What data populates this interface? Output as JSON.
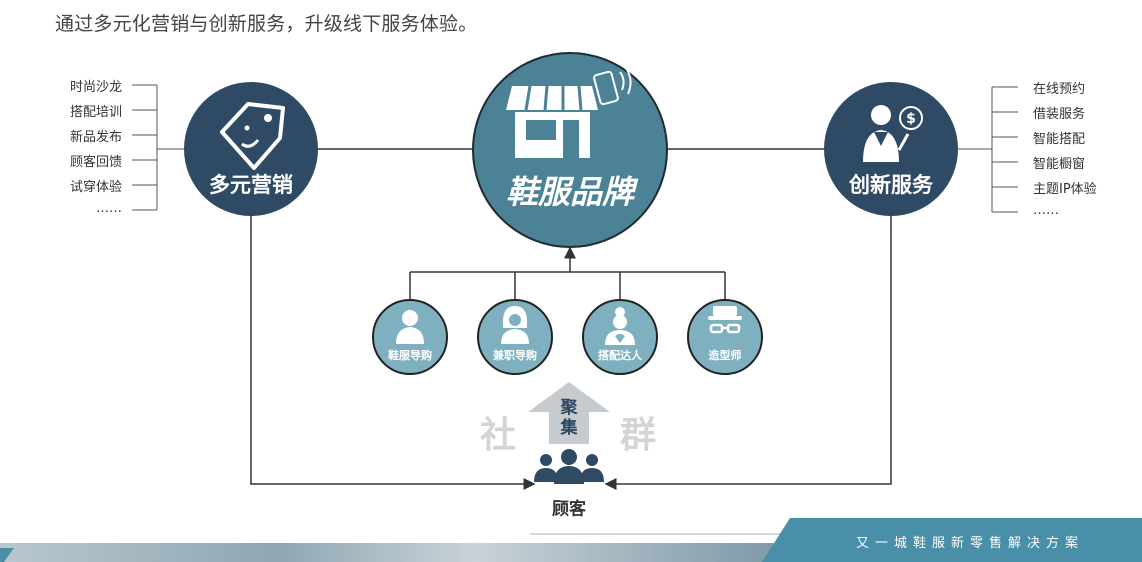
{
  "headline": "通过多元化营销与创新服务，升级线下服务体验。",
  "center": {
    "label": "鞋服品牌"
  },
  "left": {
    "label": "多元营销",
    "items": [
      "时尚沙龙",
      "搭配培训",
      "新品发布",
      "顾客回馈",
      "试穿体验",
      "……"
    ]
  },
  "right": {
    "label": "创新服务",
    "items": [
      "在线预约",
      "借装服务",
      "智能搭配",
      "智能橱窗",
      "主题IP体验",
      "……"
    ]
  },
  "roles": [
    {
      "label": "鞋服导购",
      "icon": "female-guide-icon"
    },
    {
      "label": "兼职导购",
      "icon": "part-time-guide-icon"
    },
    {
      "label": "搭配达人",
      "icon": "styling-expert-icon"
    },
    {
      "label": "造型师",
      "icon": "stylist-hat-glasses-icon"
    }
  ],
  "community": {
    "left_char": "社",
    "right_char": "群",
    "gather": "聚集"
  },
  "customer": {
    "label": "顾客"
  },
  "footer": {
    "text": "又一城鞋服新零售解决方案"
  },
  "colors": {
    "dark_navy": "#2f4a64",
    "teal": "#4c8296",
    "light_teal": "#7fb0c0",
    "arrow_gray": "#c6cbd0",
    "footer_bar": "#4a8fa8"
  }
}
